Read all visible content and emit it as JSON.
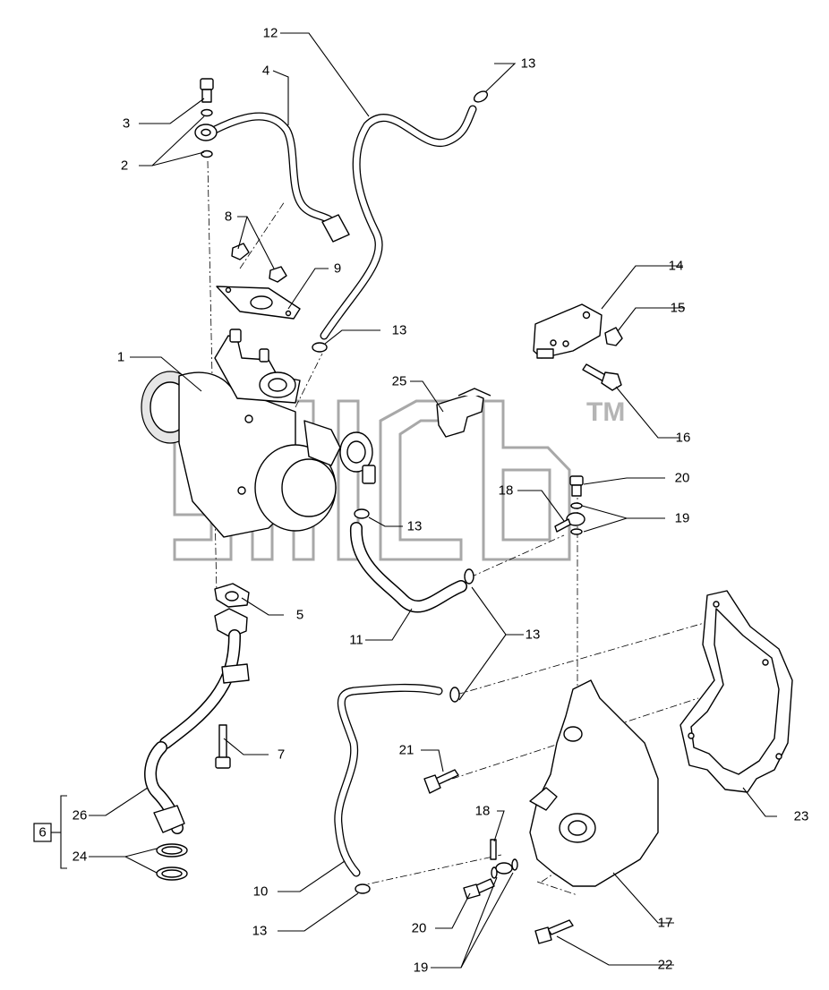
{
  "diagram": {
    "watermark_trademark": "TM",
    "callouts": {
      "c1": "1",
      "c2": "2",
      "c3": "3",
      "c4": "4",
      "c5": "5",
      "c6": "6",
      "c7": "7",
      "c8": "8",
      "c9": "9",
      "c10": "10",
      "c11": "11",
      "c12": "12",
      "c13a": "13",
      "c13b": "13",
      "c13c": "13",
      "c13d": "13",
      "c13e": "13",
      "c14": "14",
      "c15": "15",
      "c16": "16",
      "c17": "17",
      "c18a": "18",
      "c18b": "18",
      "c19a": "19",
      "c19b": "19",
      "c20a": "20",
      "c20b": "20",
      "c21": "21",
      "c22": "22",
      "c23": "23",
      "c24": "24",
      "c25": "25",
      "c26": "26"
    }
  }
}
